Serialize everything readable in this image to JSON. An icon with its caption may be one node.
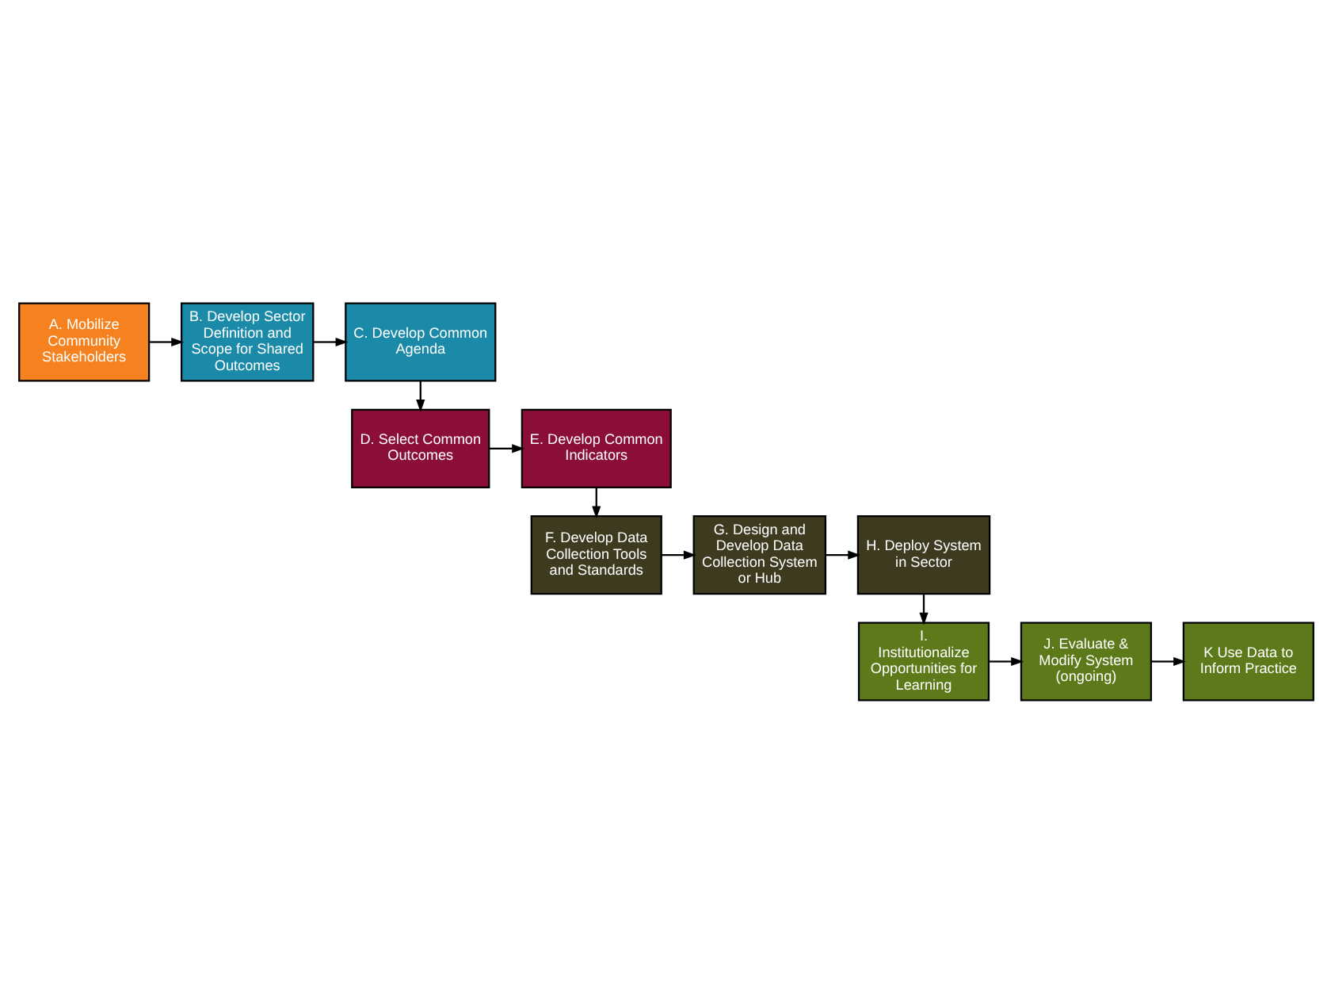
{
  "diagram": {
    "nodes": [
      {
        "text": [
          "A. Mobilize Community Stakeholders"
        ]
      },
      {
        "text": [
          "B. Develop Sector Definition and Scope for Shared Outcomes"
        ]
      },
      {
        "text": [
          "C. Develop Common Agenda"
        ]
      },
      {
        "text": [
          "D. Select Common Outcomes"
        ]
      },
      {
        "text": [
          "E. Develop Common Indicators"
        ]
      },
      {
        "text": [
          "F. Develop Data Collection Tools and Standards"
        ]
      },
      {
        "text": [
          "G. Design and Develop Data Collection System or Hub"
        ]
      },
      {
        "text": [
          "H. Deploy System in Sector"
        ]
      },
      {
        "text": [
          "I. Institutionalize Opportunities for Learning"
        ]
      },
      {
        "text": [
          "J. Evaluate & Modify System (ongoing)"
        ]
      },
      {
        "text": [
          "K Use Data to Inform Practice"
        ]
      }
    ],
    "edges": [
      {
        "from": 0,
        "to": 1,
        "arrow": "to"
      },
      {
        "from": 1,
        "to": 2,
        "arrow": "to"
      },
      {
        "from": 2,
        "to": 3,
        "arrow": "to"
      },
      {
        "from": 3,
        "to": 4,
        "arrow": "to"
      },
      {
        "from": 4,
        "to": 5,
        "arrow": "to"
      },
      {
        "from": 5,
        "to": 6,
        "arrow": "to"
      },
      {
        "from": 6,
        "to": 7,
        "arrow": "to"
      },
      {
        "from": 7,
        "to": 8,
        "arrow": "to"
      },
      {
        "from": 8,
        "to": 9,
        "arrow": "to"
      },
      {
        "from": 9,
        "to": 10,
        "arrow": "to"
      }
    ]
  }
}
